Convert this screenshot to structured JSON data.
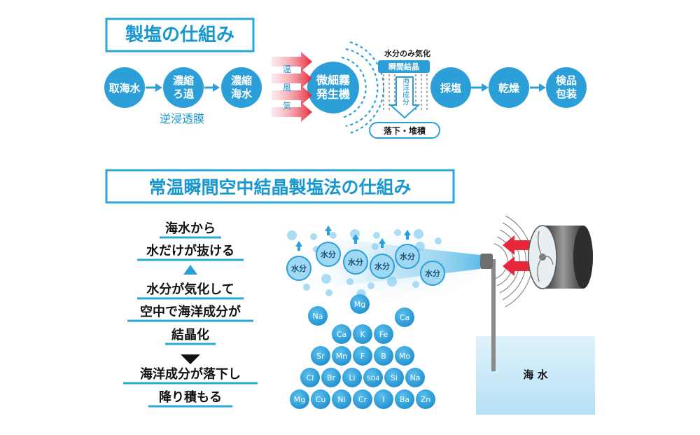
{
  "section1": {
    "title": "製塩の仕組み",
    "steps": [
      {
        "id": "seawater-intake",
        "lines": [
          "取海水"
        ]
      },
      {
        "id": "concentrate-filter",
        "lines": [
          "濃縮",
          "ろ過"
        ]
      },
      {
        "id": "concentrated-seawater",
        "lines": [
          "濃縮",
          "海水"
        ]
      },
      {
        "id": "mist-generator",
        "lines": [
          "微細霧",
          "発生機"
        ]
      },
      {
        "id": "salt-collection",
        "lines": [
          "採塩"
        ]
      },
      {
        "id": "drying",
        "lines": [
          "乾燥"
        ]
      },
      {
        "id": "inspection-packaging",
        "lines": [
          "検品",
          "包装"
        ]
      }
    ],
    "sub_label": "逆浸透膜",
    "warm_air": [
      "温",
      "風",
      "気"
    ],
    "vaporize_label": "水分のみ気化",
    "crystallize_label": "瞬間結晶",
    "components_label": "海洋成分",
    "fall_label": "落下・堆積"
  },
  "section2": {
    "title": "常温瞬間空中結晶製塩法の仕組み",
    "explanation": [
      "海水から",
      "水だけが抜ける",
      "水分が気化して",
      "空中で海洋成分が",
      "結晶化",
      "海洋成分が落下し",
      "降り積もる"
    ],
    "water_label": "水分",
    "sea_label": "海 水",
    "minerals": {
      "floating": [
        "Na",
        "Mg",
        "Ca"
      ],
      "pyramid": [
        [
          "Ca",
          "K",
          "Fe"
        ],
        [
          "Sr",
          "Mn",
          "F",
          "B",
          "Mo"
        ],
        [
          "Cl",
          "Br",
          "Li",
          "SO4",
          "Si",
          "Na"
        ],
        [
          "Mg",
          "Cu",
          "Ni",
          "Cr",
          "I",
          "Ba",
          "Zn"
        ]
      ]
    },
    "colors": {
      "accent": "#1797cf",
      "bubble": "#2c9fd8",
      "arrow": "#e8283a"
    }
  }
}
